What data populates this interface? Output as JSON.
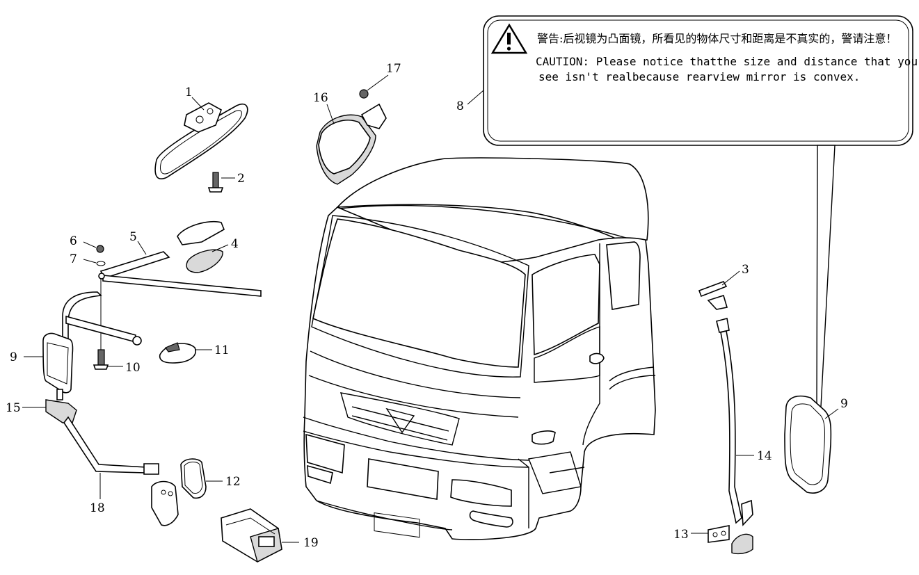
{
  "warning": {
    "chinese": "警告:后视镜为凸面镜，所看见的物体尺寸和距离是不真实的，警请注意！",
    "english_line1": "CAUTION:  Please notice thatthe size and distance that you",
    "english_line2": "see isn't realbecause rearview mirror is convex."
  },
  "callouts": [
    {
      "id": "c1",
      "label": "1"
    },
    {
      "id": "c2",
      "label": "2"
    },
    {
      "id": "c3",
      "label": "3"
    },
    {
      "id": "c4",
      "label": "4"
    },
    {
      "id": "c5",
      "label": "5"
    },
    {
      "id": "c6",
      "label": "6"
    },
    {
      "id": "c7",
      "label": "7"
    },
    {
      "id": "c8",
      "label": "8"
    },
    {
      "id": "c9a",
      "label": "9"
    },
    {
      "id": "c9b",
      "label": "9"
    },
    {
      "id": "c10",
      "label": "10"
    },
    {
      "id": "c11",
      "label": "11"
    },
    {
      "id": "c12",
      "label": "12"
    },
    {
      "id": "c13",
      "label": "13"
    },
    {
      "id": "c14",
      "label": "14"
    },
    {
      "id": "c15",
      "label": "15"
    },
    {
      "id": "c16",
      "label": "16"
    },
    {
      "id": "c17",
      "label": "17"
    },
    {
      "id": "c18",
      "label": "18"
    },
    {
      "id": "c19",
      "label": "19"
    }
  ]
}
